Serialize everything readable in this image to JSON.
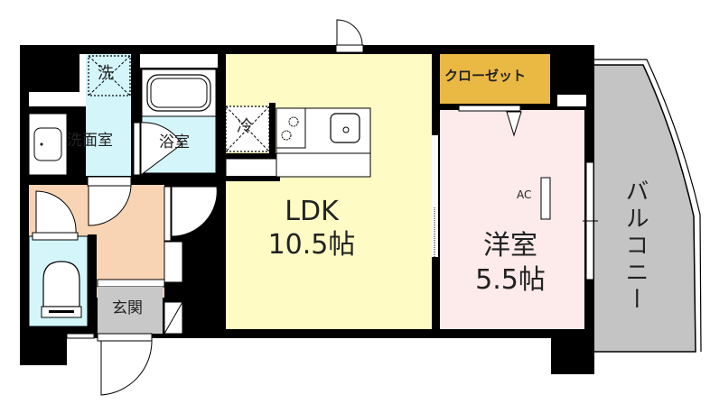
{
  "floor_plan": {
    "colors": {
      "wall": "#000000",
      "ldk": "#fefcc4",
      "western_room": "#fdeaea",
      "closet": "#eab944",
      "wet_area": "#d4f6fb",
      "hallway": "#f8d4b4",
      "entrance": "#c8c8c8",
      "balcony": "#c4c4c4"
    },
    "rooms": {
      "ldk": {
        "name": "LDK",
        "size": "10.5帖"
      },
      "western_room": {
        "name": "洋室",
        "size": "5.5帖"
      },
      "closet": {
        "name": "クローゼット"
      },
      "washroom": {
        "name": "洗面室"
      },
      "bathroom": {
        "name": "浴室"
      },
      "entrance": {
        "name": "玄関"
      },
      "balcony": {
        "name": "バルコニー"
      }
    },
    "fixtures": {
      "washing_machine": "洗",
      "refrigerator": "冷",
      "air_conditioner": "AC"
    }
  }
}
